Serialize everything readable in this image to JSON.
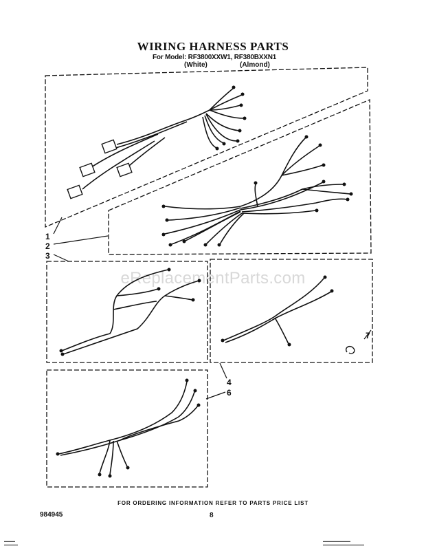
{
  "title": "WIRING HARNESS PARTS",
  "model_line": "For Model: RF3800XXW1, RF380BXXN1",
  "variant_white": "(White)",
  "variant_almond": "(Almond)",
  "watermark": "eReplacementParts.com",
  "callouts": [
    "1",
    "2",
    "3",
    "4",
    "6",
    "7"
  ],
  "footer_note": "FOR ORDERING INFORMATION REFER TO PARTS PRICE LIST",
  "doc_number": "984945",
  "page_number": "8"
}
